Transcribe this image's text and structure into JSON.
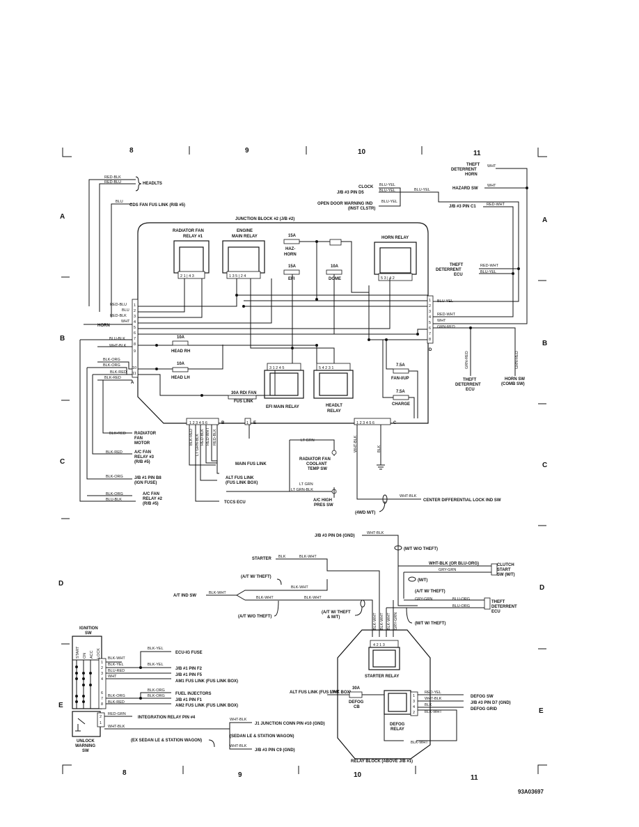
{
  "grid": {
    "columns_top": [
      "8",
      "9",
      "10",
      "11"
    ],
    "columns_bottom": [
      "8",
      "9",
      "10",
      "11"
    ],
    "rows_left": [
      "A",
      "B",
      "C",
      "D",
      "E"
    ],
    "rows_right": [
      "A",
      "B",
      "C",
      "D",
      "E"
    ]
  },
  "drawing_code": "93A03697",
  "junction_block": {
    "title": "JUNCTION BLOCK #2 (J/B #2)",
    "connector_a": "A",
    "connector_b": "B",
    "connector_c": "C",
    "connector_d": "D",
    "connector_e": "E"
  },
  "components": {
    "radiator_fan_relay": "RADIATOR FAN RELAY #1",
    "engine_main_relay": "ENGINE MAIN RELAY",
    "horn_relay": "HORN RELAY",
    "efi_main_relay": "EFI MAIN RELAY",
    "headlt_relay": "HEADLT RELAY",
    "starter_relay": "STARTER RELAY",
    "defog_relay": "DEFOG RELAY",
    "relay_block": "RELAY BLOCK (ABOVE J/B #1)",
    "ignition_sw": "IGNITION SW",
    "unlock_warning_sw": "UNLOCK WARNING SW",
    "radiator_fan_coolant_temp_sw": "RADIATOR FAN COOLANT TEMP SW",
    "ac_high_pres_sw": "A/C HIGH PRES SW",
    "theft_deterrent_ecu": "THEFT DETERRENT ECU",
    "horn_sw": "HORN SW (COMB SW)",
    "clutch_start_sw": "CLUTCH START SW (M/T)"
  },
  "fuses": {
    "haz_horn": {
      "rating": "15A",
      "name": "HAZ-HORN"
    },
    "efi": {
      "rating": "15A",
      "name": "EFI"
    },
    "dome": {
      "rating": "10A",
      "name": "DOME"
    },
    "head_rh": {
      "rating": "10A",
      "name": "HEAD RH"
    },
    "head_lh": {
      "rating": "10A",
      "name": "HEAD LH"
    },
    "rdi_fan": {
      "rating": "30A RDI FAN",
      "name": "FUS LINK"
    },
    "fan_iup": {
      "rating": "7.5A",
      "name": "FAN-I/UP"
    },
    "charge": {
      "rating": "7.5A",
      "name": "CHARGE"
    },
    "defog_cb": {
      "rating": "30A",
      "name": "DEFOG CB"
    }
  },
  "destinations": {
    "headlts": "HEADLTS",
    "cds_fan": "CDS FAN FUS LINK (R/B #5)",
    "theft_horn": "THEFT DETERRENT HORN",
    "clock": "CLOCK",
    "jb3_d5": "J/B #3 PIN D5",
    "hazard_sw": "HAZARD SW",
    "open_door": "OPEN DOOR WARNING IND (INST CLSTR)",
    "jb3_c1": "J/B #3 PIN C1",
    "theft_ecu_a": "THEFT DETERRENT ECU",
    "horn": "HORN",
    "rad_fan_motor": "RADIATOR FAN MOTOR",
    "ac_fan_relay3": "A/C FAN RELAY #3 (R/B #5)",
    "jb1_b8": "J/B #1 PIN B8 (IGN FUSE)",
    "ac_fan_relay2": "A/C FAN RELAY #2 (R/B #5)",
    "main_fus_link": "MAIN FUS LINK",
    "alt_fus_link_box": "ALT FUS LINK (FUS LINK BOX)",
    "tccs_ecu": "TCCS ECU",
    "center_diff": "CENTER DIFFERENTIAL LOCK IND SW",
    "wd4_mt": "(4WD M/T)",
    "jb3_d6": "J/B #3 PIN D6 (GND)",
    "starter": "STARTER",
    "at_ind_sw": "A/T IND SW",
    "ecu_ig_fuse": "ECU-IG FUSE",
    "jb1_f2": "J/B #1 PIN F2",
    "jb1_f5": "J/B #1 PIN F5",
    "am1": "AM1 FUS LINK (FUS LINK BOX)",
    "fuel_inj": "FUEL INJECTORS",
    "jb1_f1": "J/B #1 PIN F1",
    "am2": "AM2 FUS LINK (FUS LINK BOX)",
    "integ_relay": "INTEGRATION RELAY PIN #4",
    "j1_conn": "J1 JUNCTION CONN PIN #10 (GND)",
    "sedan_le": "(SEDAN LE & STATION WAGON)",
    "ex_sedan": "(EX SEDAN LE & STATION WAGON)",
    "jb3_c9": "J/B #3 PIN C9 (GND)",
    "alt_fus_link": "ALT FUS LINK (FUS LINK BOX)",
    "defog_sw": "DEFOG SW",
    "jb3_d7": "J/B #3 PIN D7 (GND)",
    "defog_grid": "DEFOG GRID",
    "mt_wo_theft": "(M/T W/O THEFT)",
    "at_w_theft": "(A/T W/ THEFT)",
    "at_wo_theft": "(A/T W/O THEFT)",
    "at_w_theft_mt": "(A/T W/ THEFT & M/T)",
    "mt": "(M/T)",
    "at_w_theft2": "(A/T W/ THEFT)",
    "mt_w_theft": "(M/T W/ THEFT)",
    "theft_ecu_d": "THEFT DETERRENT ECU"
  },
  "wires": {
    "red_blk": "RED-BLK",
    "red_blu": "RED-BLU",
    "blu": "BLU",
    "blu_yel": "BLU-YEL",
    "wht": "WHT",
    "red_wht": "RED-WHT",
    "blu_blk": "BLU-BLK",
    "wht_blk": "WHT-BLK",
    "blk_org": "BLK-ORG",
    "blk_red": "BLK-RED",
    "grn_red": "GRN-RED",
    "lt_grn": "LT GRN",
    "lt_grn_blk": "LT GRN-BLK",
    "blk": "BLK",
    "blk_wht": "BLK-WHT",
    "blk_yel": "BLK-YEL",
    "blu_red": "BLU-RED",
    "red_grn": "RED-GRN",
    "gry_grn": "GRY-GRN",
    "blu_org": "BLU-ORG",
    "red_yel": "RED-YEL",
    "wht_blk_or": "WHT-BLK (OR BLU-ORG)"
  },
  "ignition_positions": [
    "START",
    "ON",
    "ACC",
    "LOCK"
  ]
}
